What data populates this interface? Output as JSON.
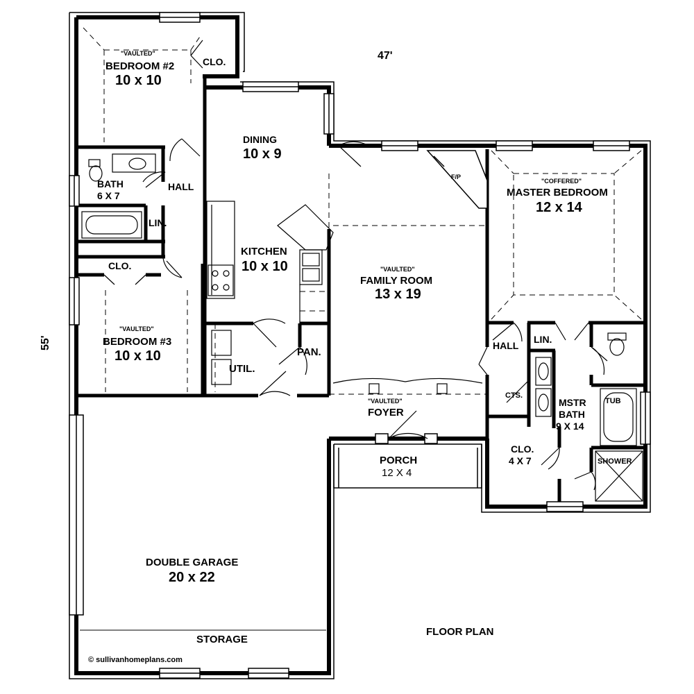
{
  "dimensions": {
    "width": "47'",
    "depth": "55'"
  },
  "plan_title": "FLOOR PLAN",
  "copyright": "© sullivanhomeplans.com",
  "rooms": {
    "bedroom2": {
      "tag": "\"VAULTED\"",
      "name": "BEDROOM #2",
      "size": "10 x 10"
    },
    "clo_top": {
      "name": "CLO."
    },
    "dining": {
      "name": "DINING",
      "size": "10 x 9"
    },
    "bath": {
      "name": "BATH",
      "size": "6 X 7"
    },
    "hall_left": {
      "name": "HALL"
    },
    "lin_left": {
      "name": "LIN."
    },
    "clo_left": {
      "name": "CLO."
    },
    "kitchen": {
      "name": "KITCHEN",
      "size": "10 x 10"
    },
    "fireplace": {
      "name": "F/P"
    },
    "master": {
      "tag": "\"COFFERED\"",
      "name": "MASTER BEDROOM",
      "size": "12 x 14"
    },
    "family": {
      "tag": "\"VAULTED\"",
      "name": "FAMILY ROOM",
      "size": "13 x 19"
    },
    "bedroom3": {
      "tag": "\"VAULTED\"",
      "name": "BEDROOM #3",
      "size": "10 x 10"
    },
    "util": {
      "name": "UTIL."
    },
    "pantry": {
      "name": "PAN."
    },
    "hall_right": {
      "name": "HALL"
    },
    "lin_right": {
      "name": "LIN."
    },
    "cts": {
      "name": "CTS."
    },
    "foyer": {
      "tag": "\"VAULTED\"",
      "name": "FOYER"
    },
    "mstr_bath": {
      "name1": "MSTR",
      "name2": "BATH",
      "size": "9 X 14"
    },
    "tub": {
      "name": "TUB"
    },
    "shower": {
      "name": "SHOWER"
    },
    "clo_master": {
      "name": "CLO.",
      "size": "4 X 7"
    },
    "porch": {
      "name": "PORCH",
      "size": "12 X 4"
    },
    "garage": {
      "name": "DOUBLE GARAGE",
      "size": "20 x 22"
    },
    "storage": {
      "name": "STORAGE"
    }
  }
}
